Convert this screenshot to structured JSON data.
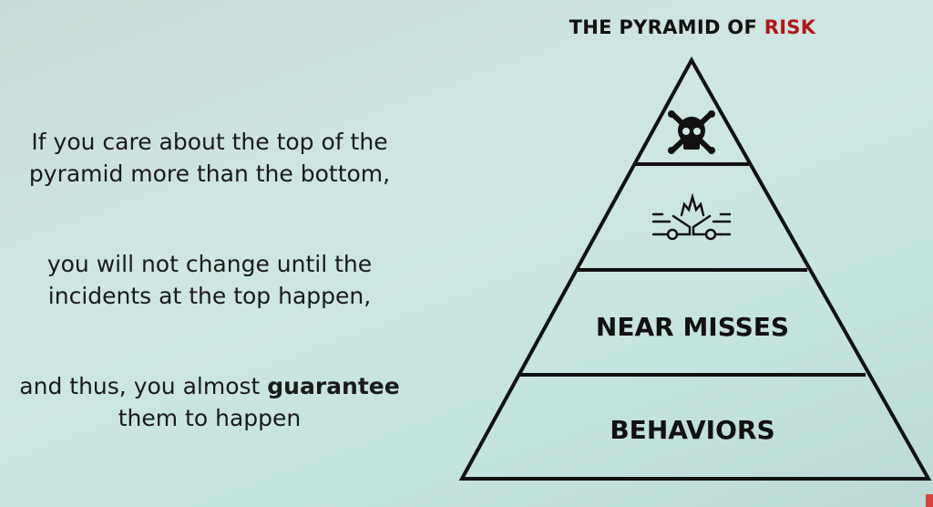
{
  "slide": {
    "title_prefix": "THE PYRAMID OF ",
    "title_highlight": "RISK",
    "highlight_color": "#b0161a",
    "paragraphs": [
      {
        "line1": "If you care about the top of the",
        "line2": "pyramid more than the bottom,"
      },
      {
        "line1": "you will not change until the",
        "line2": "incidents at the top happen,"
      },
      {
        "line1_prefix": "and thus, you almost ",
        "line1_bold": "guarantee",
        "line2": "them to happen"
      }
    ],
    "pyramid": {
      "levels": [
        {
          "icon": "skull-crossbones-icon"
        },
        {
          "icon": "car-crash-icon"
        },
        {
          "label": "NEAR MISSES"
        },
        {
          "label": "BEHAVIORS"
        }
      ]
    }
  }
}
